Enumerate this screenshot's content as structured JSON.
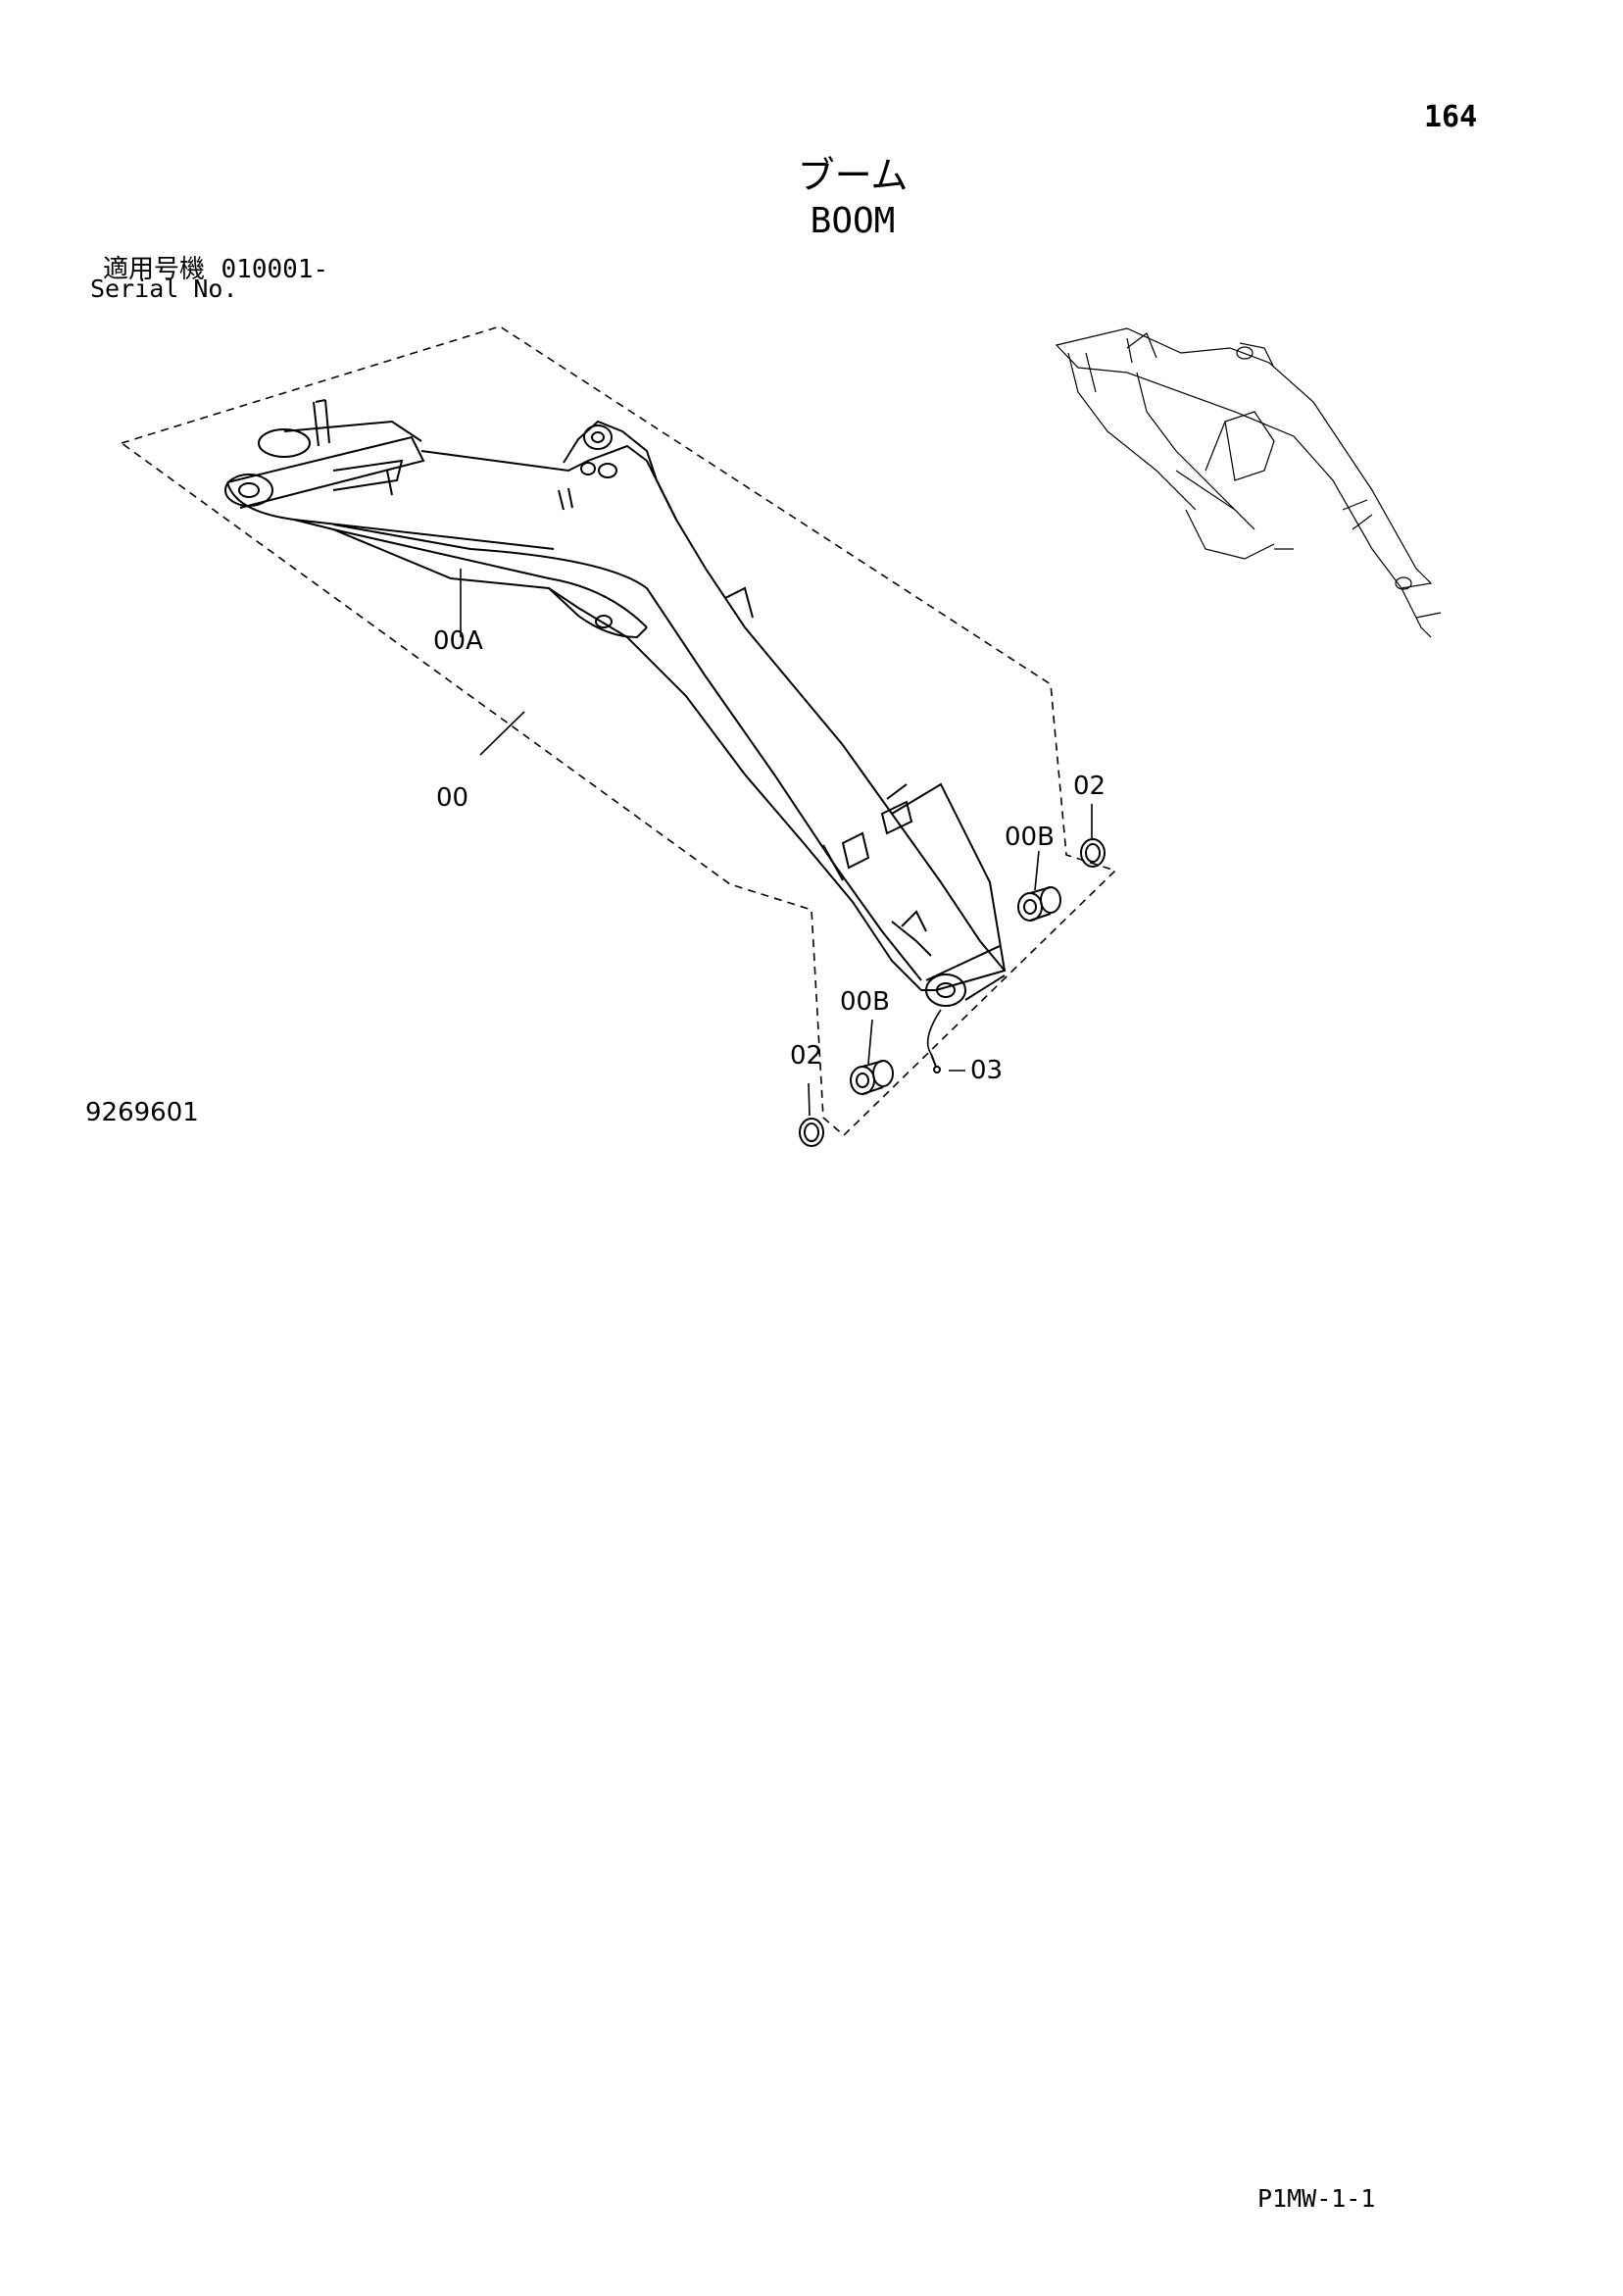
{
  "page": {
    "number": "164",
    "title_jp": "ブーム",
    "title_en": "BOOM",
    "serial_label_jp": "適用号機",
    "serial_value": "010001-",
    "serial_label_en": "Serial No.",
    "figure_number": "9269601",
    "footer_code": "P1MW-1-1"
  },
  "callouts": [
    {
      "id": "00A",
      "text": "00A"
    },
    {
      "id": "00",
      "text": "00"
    },
    {
      "id": "02-top",
      "text": "02"
    },
    {
      "id": "00B-top",
      "text": "00B"
    },
    {
      "id": "00B-bottom",
      "text": "00B"
    },
    {
      "id": "02-bottom",
      "text": "02"
    },
    {
      "id": "03",
      "text": "03"
    }
  ]
}
